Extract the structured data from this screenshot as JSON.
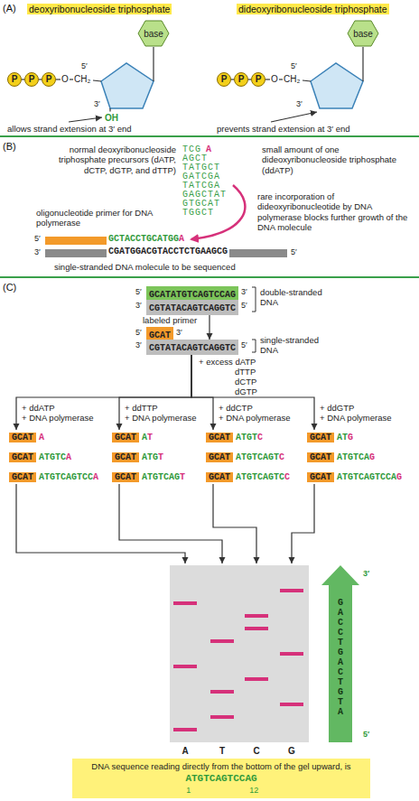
{
  "diagram": {
    "nodes": [
      {
        "text": [
          "P"
        ]
      },
      {
        "text": [
          "P"
        ]
      },
      {
        "text": [
          "P"
        ]
      },
      {
        "text": [
          "base"
        ]
      },
      {
        "text": [
          "P"
        ]
      },
      {
        "text": [
          "P"
        ]
      },
      {
        "text": [
          "P"
        ]
      },
      {
        "text": [
          "base"
        ]
      },
      {
        "text": [
          "GCATATGTCAGTCCAG"
        ]
      },
      {
        "text": [
          "CGTATACAGTCAGGTC"
        ]
      },
      {
        "text": [
          "GCAT"
        ]
      },
      {
        "text": [
          "CGTATACAGTCAGGTC"
        ]
      },
      {
        "text": [
          "GCAT",
          "A"
        ]
      },
      {
        "text": [
          "GCAT",
          "ATGTC",
          "A"
        ]
      },
      {
        "text": [
          "GCAT",
          "ATGTCAGTCC",
          "A"
        ]
      },
      {
        "text": [
          "GCAT",
          "A",
          "T"
        ]
      },
      {
        "text": [
          "GCAT",
          "ATG",
          "T"
        ]
      },
      {
        "text": [
          "GCAT",
          "ATGTCAG",
          "T"
        ]
      },
      {
        "text": [
          "GCAT",
          "ATGT",
          "C"
        ]
      },
      {
        "text": [
          "GCAT",
          "ATGTCAGT",
          "C"
        ]
      },
      {
        "text": [
          "GCAT",
          "ATGTCAGTC",
          "C"
        ]
      },
      {
        "text": [
          "GCAT",
          "AT",
          "G"
        ]
      },
      {
        "text": [
          "GCAT",
          "ATGTCA",
          "G"
        ]
      },
      {
        "text": [
          "GCAT",
          "ATGTCAGTCCA",
          "G"
        ]
      },
      {
        "text": [
          "DNA sequence reading directly from the bottom of the gel upward, is",
          "ATGTCAGTCCAG",
          "1",
          "12"
        ]
      }
    ],
    "edges": [
      {
        "from": 0,
        "to": 1,
        "arrow": "none"
      },
      {
        "from": 1,
        "to": 2,
        "arrow": "none"
      },
      {
        "from": 4,
        "to": 5,
        "arrow": "none"
      },
      {
        "from": 5,
        "to": 6,
        "arrow": "none"
      },
      {
        "from": 9,
        "to": 11,
        "arrow": "to"
      },
      {
        "from": 11,
        "to": 12,
        "arrow": "to"
      },
      {
        "from": 11,
        "to": 15,
        "arrow": "to"
      },
      {
        "from": 11,
        "to": 18,
        "arrow": "to"
      },
      {
        "from": 11,
        "to": 21,
        "arrow": "to"
      }
    ],
    "labels": [
      "(A)",
      "deoxyribonucleoside triphosphate",
      "dideoxyribonucleoside triphosphate",
      "O",
      "CH₂",
      "5′",
      "3′",
      "OH",
      "allows strand extension at 3′ end",
      "O",
      "CH₂",
      "5′",
      "3′",
      "prevents strand extension at 3′ end",
      "(B)",
      "normal deoxyribonucleoside triphosphate precursors (dATP, dCTP, dGTP, and dTTP)",
      "TCG",
      "AGCT",
      "TATGCT",
      "GATCGA",
      "TATCGA",
      "GAGCTAT",
      "GTGCAT",
      "TGGCT",
      "A",
      "small amount of one dideoxyribonucleoside triphosphate (ddATP)",
      "rare incorporation of dideoxyribonucleotide by DNA polymerase blocks further growth of the DNA molecule",
      "oligonucleotide primer for DNA polymerase",
      "5′",
      "GCTACCTGCATGG",
      "A",
      "3′",
      "CGATGGACGTACCTCTGAAGCG",
      "5′",
      "single-stranded DNA molecule to be sequenced",
      "(C)",
      "5′",
      "3′",
      "3′",
      "5′",
      "double-stranded DNA",
      "labeled primer",
      "5′",
      "3′",
      "3′",
      "5′",
      "single-stranded DNA",
      "+ excess dATP",
      "dTTP",
      "dCTP",
      "dGTP",
      "+ ddATP",
      "+ DNA polymerase",
      "+ ddTTP",
      "+ DNA polymerase",
      "+ ddCTP",
      "+ DNA polymerase",
      "+ ddGTP",
      "+ DNA polymerase",
      "A",
      "T",
      "C",
      "G",
      "GACCTGACTGTA",
      "3′",
      "5′"
    ]
  }
}
